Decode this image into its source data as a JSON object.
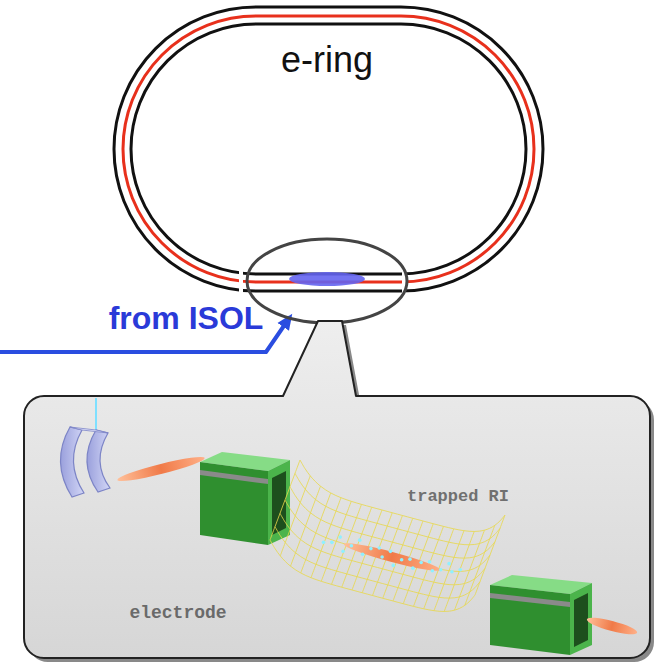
{
  "diagram": {
    "nodes": [
      {
        "text": [
          "e-ring"
        ]
      },
      {
        "text": [
          "trapped RI",
          "electrode"
        ]
      }
    ],
    "labels": [
      "from ISOL"
    ]
  }
}
